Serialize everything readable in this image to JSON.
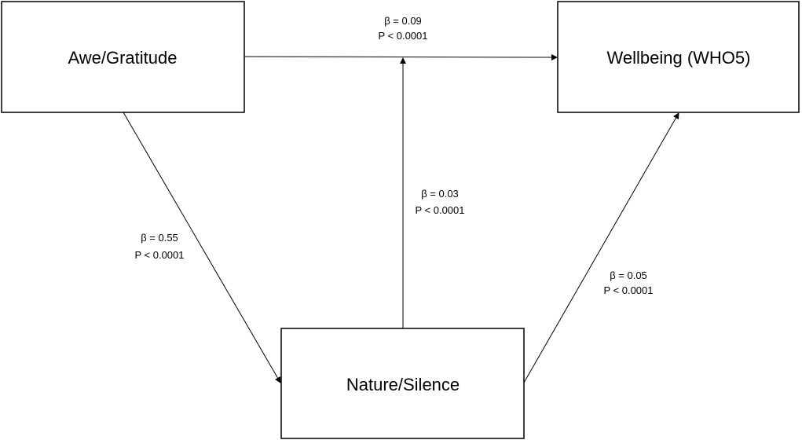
{
  "nodes": {
    "awe_gratitude": "Awe/Gratitude",
    "wellbeing": "Wellbeing (WHO5)",
    "nature_silence": "Nature/Silence"
  },
  "paths": {
    "awe_to_wellbeing": {
      "beta": "β = 0.09",
      "p": "P < 0.0001"
    },
    "awe_to_nature": {
      "beta": "β =  0.55",
      "p": "P < 0.0001"
    },
    "nature_to_mid": {
      "beta": "β = 0.03",
      "p": "P < 0.0001"
    },
    "nature_to_wellbeing": {
      "beta": "β = 0.05",
      "p": "P < 0.0001"
    }
  },
  "colors": {
    "stroke": "#000000",
    "background": "#ffffff"
  }
}
